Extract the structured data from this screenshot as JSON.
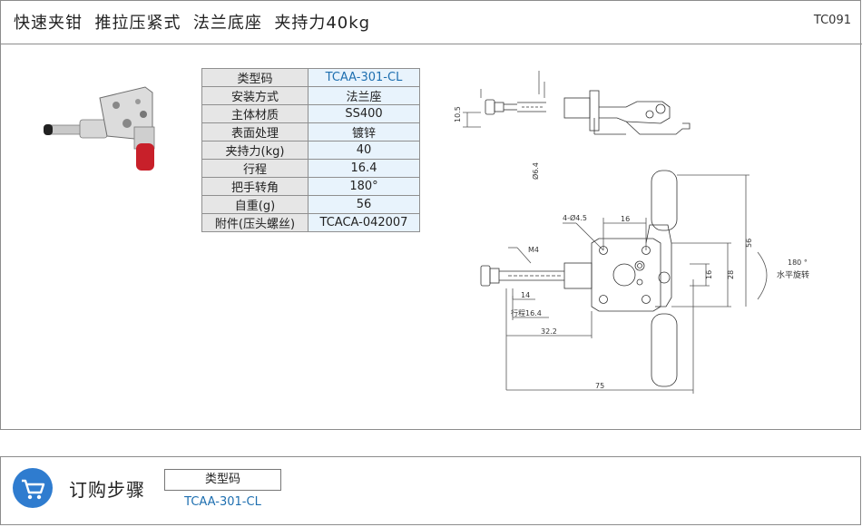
{
  "header": {
    "title": "快速夹钳  推拉压紧式  法兰底座  夹持力40kg",
    "code": "TC091"
  },
  "spec_table": [
    {
      "key": "类型码",
      "value": "TCAA-301-CL"
    },
    {
      "key": "安装方式",
      "value": "法兰座"
    },
    {
      "key": "主体材质",
      "value": "SS400"
    },
    {
      "key": "表面处理",
      "value": "镀锌"
    },
    {
      "key": "夹持力(kg)",
      "value": "40"
    },
    {
      "key": "行程",
      "value": "16.4"
    },
    {
      "key": "把手转角",
      "value": "180°"
    },
    {
      "key": "自重(g)",
      "value": "56"
    },
    {
      "key": "附件(压头螺丝)",
      "value": "TCACA-042007"
    }
  ],
  "drawing": {
    "dim_d64": "Ø6.4",
    "dim_105": "10.5",
    "dim_4045": "4-Ø4.5",
    "dim_16_top": "16",
    "dim_m4": "M4",
    "dim_14": "14",
    "dim_stroke": "行程16.4",
    "dim_322": "32.2",
    "dim_75": "75",
    "dim_16_right": "16",
    "dim_28": "28",
    "dim_56": "56",
    "rot_angle": "180 °",
    "rot_label": "水平旋转"
  },
  "order": {
    "title": "订购步骤",
    "header": "类型码",
    "value": "TCAA-301-CL"
  },
  "colors": {
    "model_text": "#1e6fb0",
    "cart_icon": "#2f7ccf",
    "handle_red": "#c8202a"
  }
}
